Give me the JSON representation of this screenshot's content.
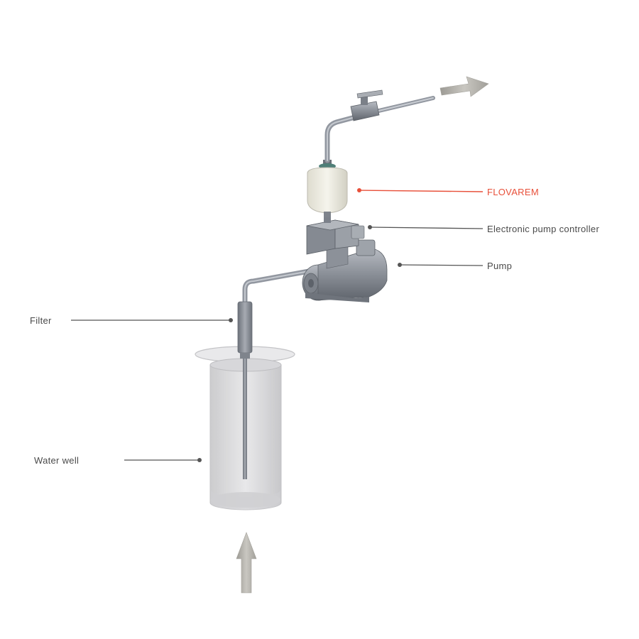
{
  "labels": {
    "flovarem": "FLOVAREM",
    "controller": "Electronic pump controller",
    "pump": "Pump",
    "filter": "Filter",
    "water_well": "Water well"
  },
  "colors": {
    "accent": "#e8503a",
    "leader": "#555555",
    "text": "#4a4a4a",
    "metal": "#8b9099",
    "tank": "#f0efe6",
    "arrow": "#b5b3ad"
  },
  "icons": {
    "flow_in": "arrow-up-icon",
    "flow_out": "arrow-right-icon"
  }
}
